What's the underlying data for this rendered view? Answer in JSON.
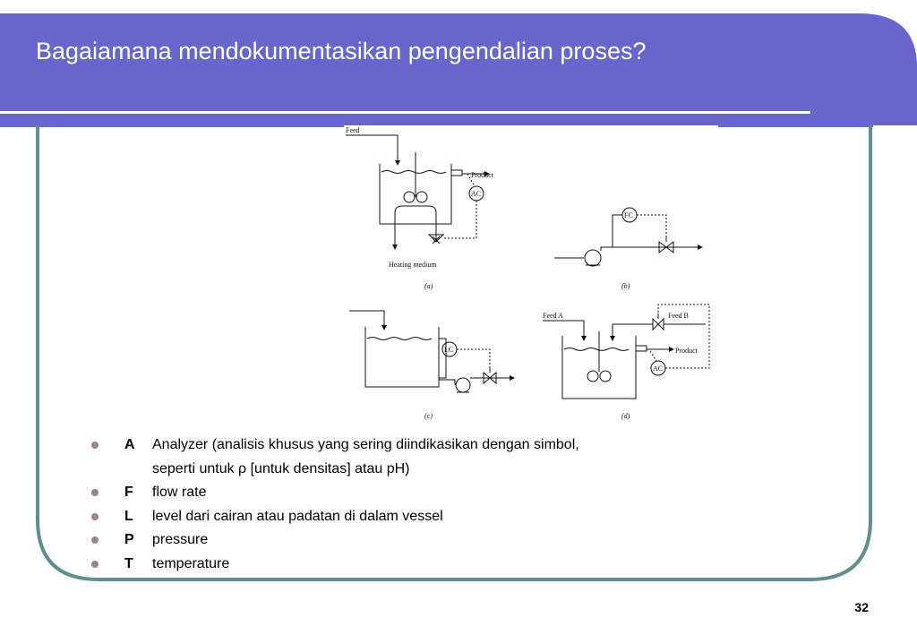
{
  "slide": {
    "title": "Bagaiamana mendokumentasikan pengendalian proses?",
    "page_number": "32",
    "colors": {
      "header": "#6666cc",
      "border": "#5f8f8f"
    }
  },
  "figure": {
    "a": {
      "feed": "Feed",
      "product": "Product",
      "controller": "AC",
      "heating": "Heating medium",
      "caption": "(a)"
    },
    "b": {
      "controller": "FC",
      "caption": "(b)"
    },
    "c": {
      "controller": "LC",
      "caption": "(c)"
    },
    "d": {
      "feed_a": "Feed A",
      "feed_b": "Feed B",
      "product": "Product",
      "controller": "AC",
      "caption": "(d)"
    }
  },
  "legend": [
    {
      "key": "A",
      "desc": "Analyzer (analisis khusus yang sering  diindikasikan dengan simbol,",
      "continuation": "seperti untuk ρ [untuk densitas] atau pH)"
    },
    {
      "key": "F",
      "desc": "flow rate"
    },
    {
      "key": "L",
      "desc": "level dari cairan atau padatan di dalam vessel"
    },
    {
      "key": "P",
      "desc": "pressure"
    },
    {
      "key": "T",
      "desc": "temperature"
    }
  ]
}
